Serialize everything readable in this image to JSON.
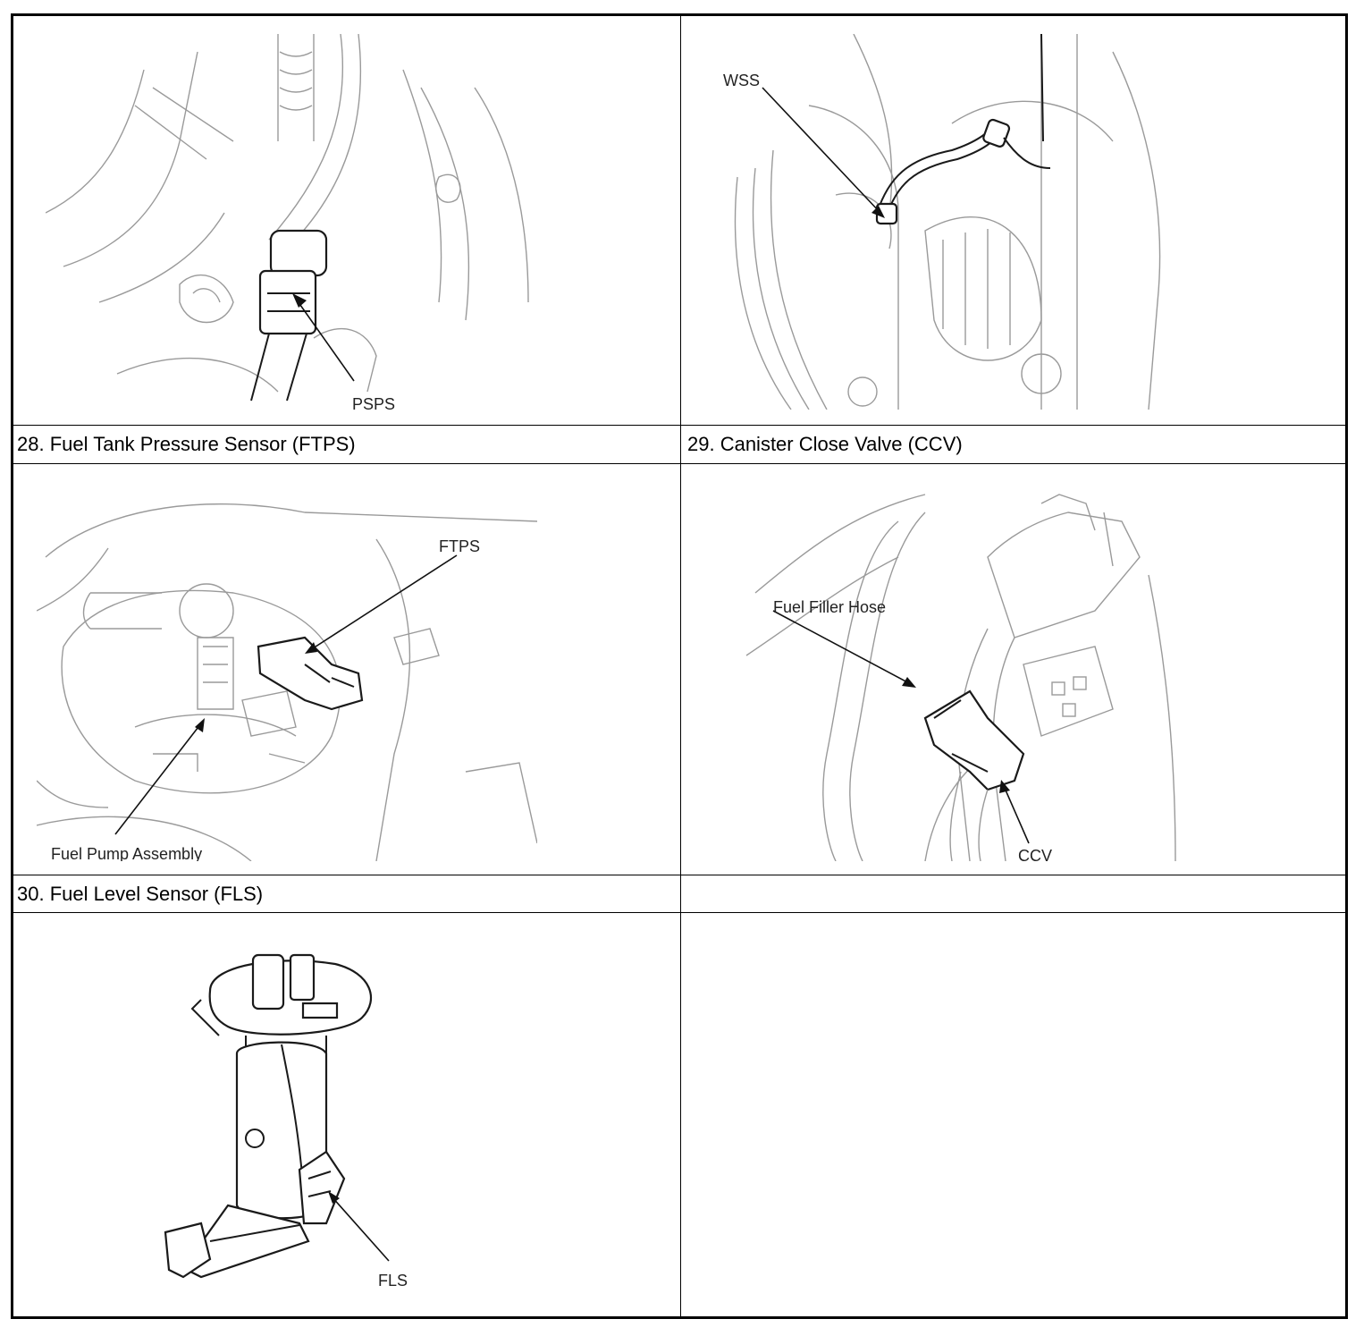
{
  "captions": {
    "ftps": "28. Fuel Tank Pressure Sensor (FTPS)",
    "ccv": "29. Canister Close Valve (CCV)",
    "fls": "30. Fuel Level Sensor (FLS)",
    "empty": ""
  },
  "labels": {
    "psps": "PSPS",
    "wss": "WSS",
    "ftps": "FTPS",
    "fuel_pump_assembly": "Fuel Pump Assembly",
    "fuel_filler_hose": "Fuel Filler Hose",
    "ccv": "CCV",
    "fls": "FLS"
  }
}
